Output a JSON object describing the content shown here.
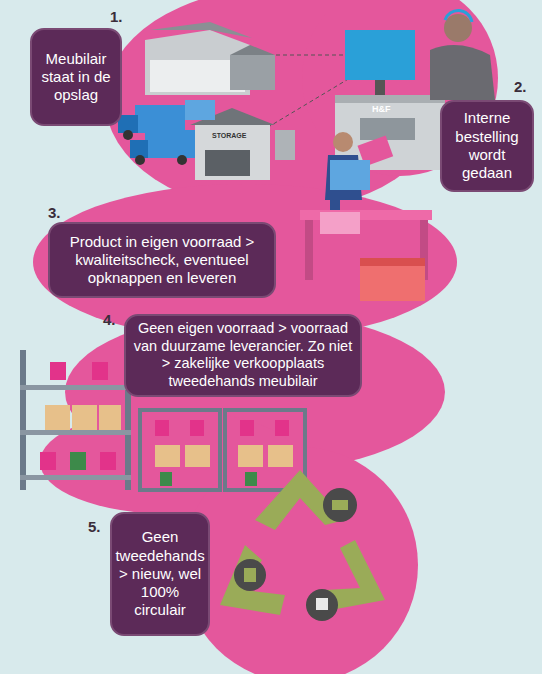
{
  "diagram": {
    "nodes": [
      {
        "text": [
          "Meubilair staat in de opslag"
        ]
      },
      {
        "text": [
          "Interne bestelling wordt gedaan"
        ]
      },
      {
        "text": [
          "Product in eigen voorraad > kwaliteitscheck, eventueel opknappen en leveren"
        ]
      },
      {
        "text": [
          "Geen eigen voorraad > voorraad van duurzame leverancier. Zo niet > zakelijke verkoopplaats tweedehands meubilair"
        ]
      },
      {
        "text": [
          "Geen tweedehands > nieuw, wel 100% circulair"
        ]
      }
    ],
    "labels": [
      "1.",
      "2.",
      "3.",
      "4.",
      "5.",
      "H&F",
      "STORAGE"
    ]
  }
}
